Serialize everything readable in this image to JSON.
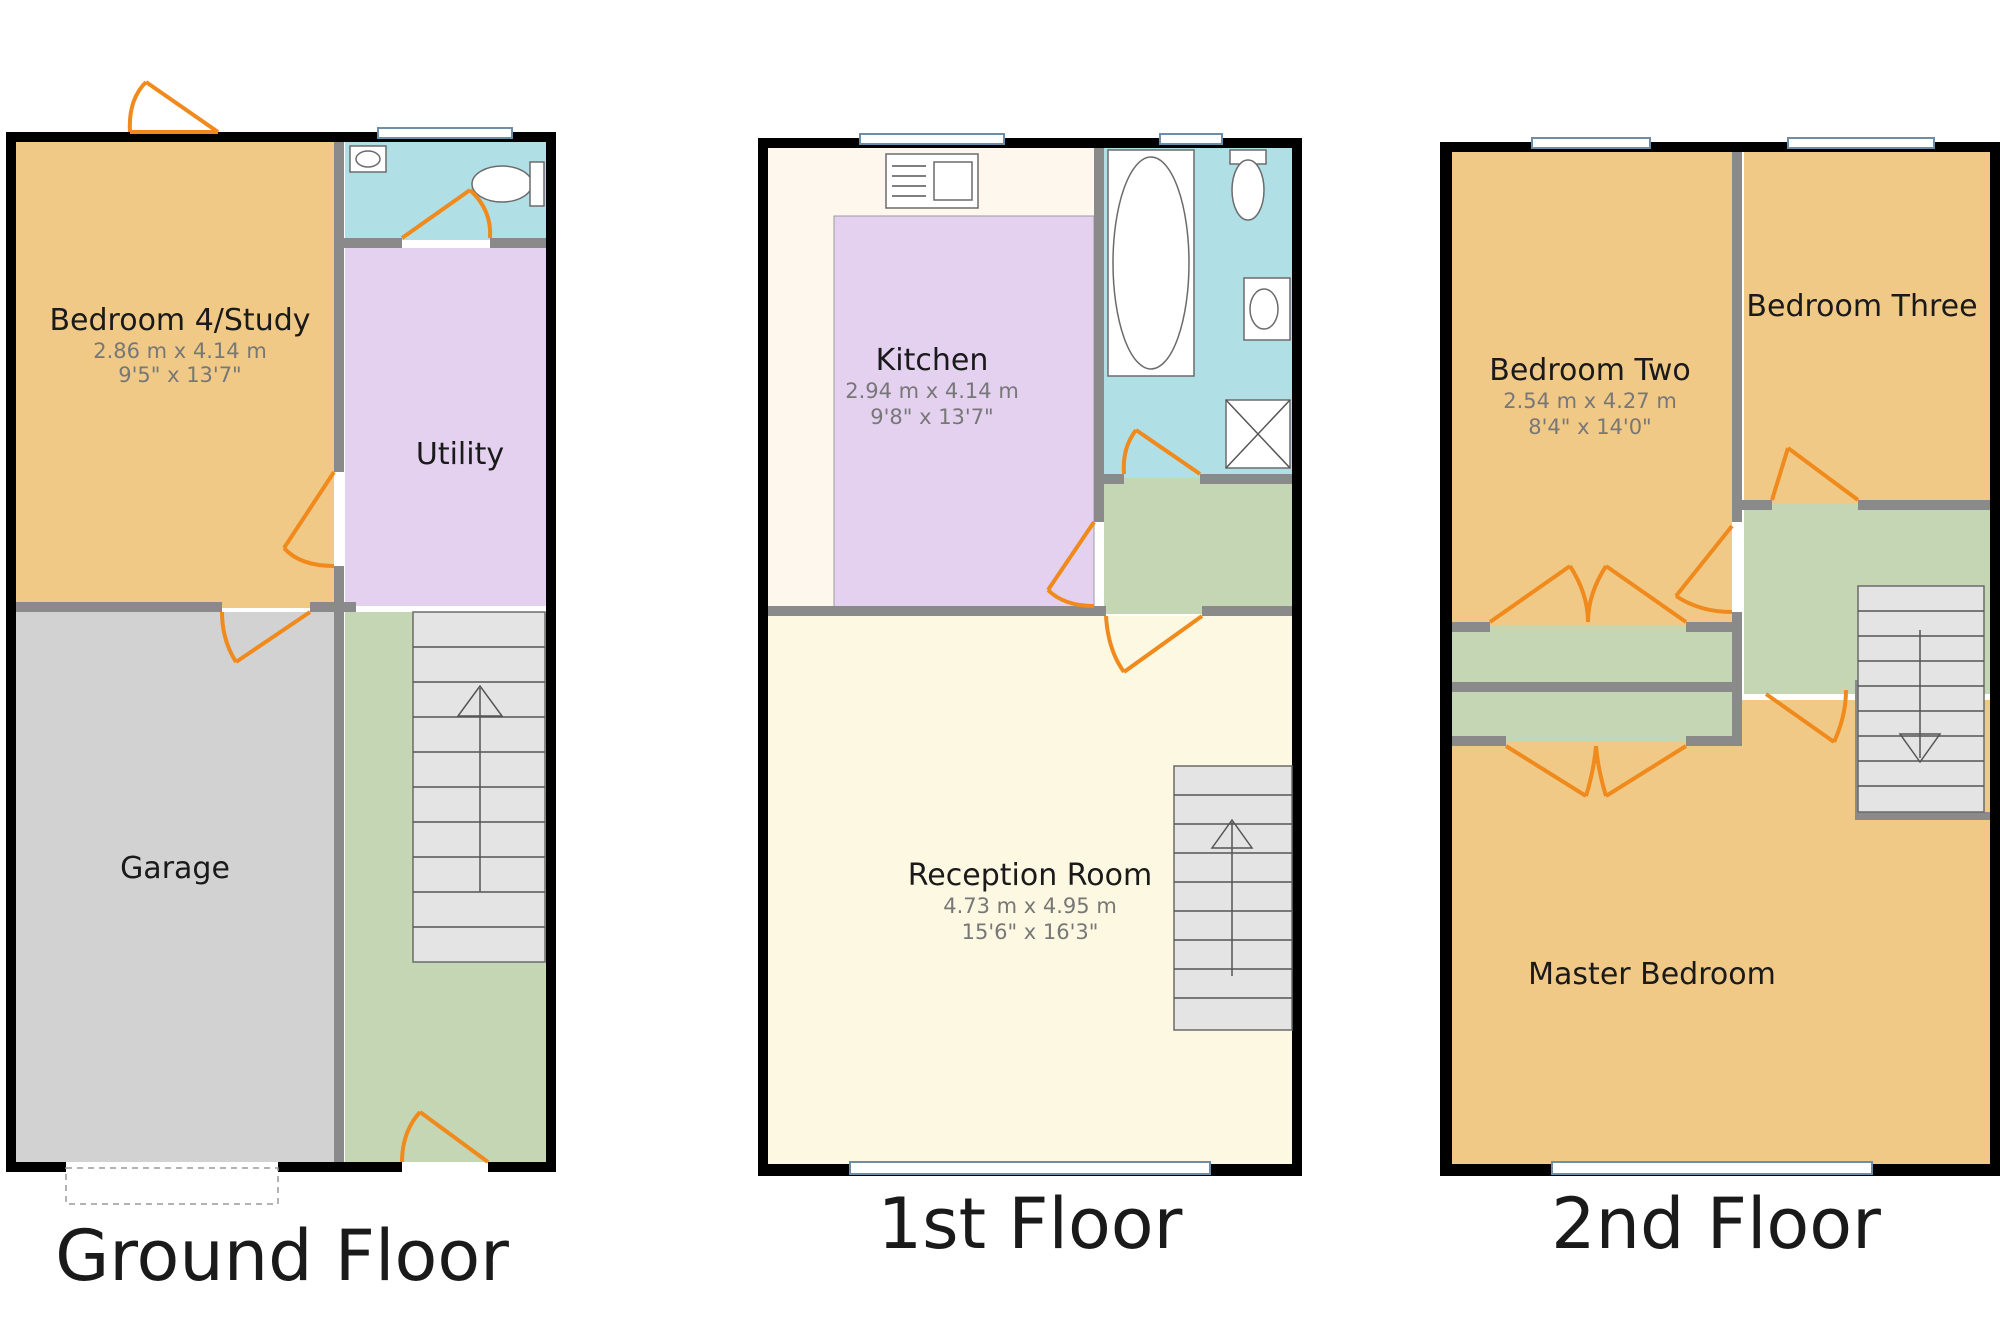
{
  "floors": {
    "ground": {
      "title": "Ground Floor",
      "rooms": {
        "bedroom4": {
          "name": "Bedroom 4/Study",
          "dim_metric": "2.86 m x 4.14 m",
          "dim_imperial": "9'5\" x 13'7\""
        },
        "utility": {
          "name": "Utility"
        },
        "garage": {
          "name": "Garage"
        }
      }
    },
    "first": {
      "title": "1st Floor",
      "rooms": {
        "kitchen": {
          "name": "Kitchen",
          "dim_metric": "2.94 m x 4.14 m",
          "dim_imperial": "9'8\" x 13'7\""
        },
        "reception": {
          "name": "Reception Room",
          "dim_metric": "4.73 m x 4.95 m",
          "dim_imperial": "15'6\" x 16'3\""
        }
      }
    },
    "second": {
      "title": "2nd Floor",
      "rooms": {
        "bedroom2": {
          "name": "Bedroom Two",
          "dim_metric": "2.54 m x 4.27 m",
          "dim_imperial": "8'4\" x 14'0\""
        },
        "bedroom3": {
          "name": "Bedroom Three"
        },
        "master": {
          "name": "Master Bedroom"
        }
      }
    }
  },
  "colors": {
    "bedroom": "#f0c987",
    "utility": "#e4d1ef",
    "garage": "#d2d2d2",
    "hall": "#c5d6b4",
    "bathroom": "#b0dfe6",
    "reception": "#fdf8e1",
    "kitchen_counter": "#fdf7ee",
    "wall": "#000000",
    "door": "#f08a1c"
  }
}
